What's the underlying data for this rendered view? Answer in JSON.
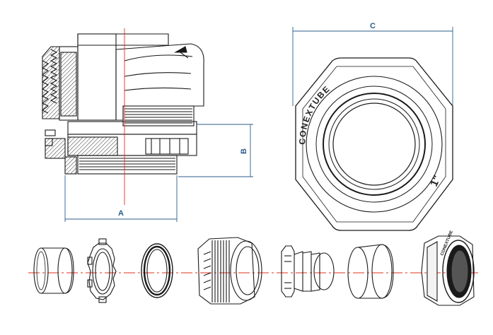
{
  "dimensions": {
    "a": "A",
    "b": "B",
    "c": "C"
  },
  "hex_face": {
    "brand": "CONEXTUBE",
    "size": "1\""
  },
  "exploded": {
    "brand": "CONEXTUBE"
  },
  "colors": {
    "line": "#1a1a1a",
    "dimension": "#2b5c8a",
    "centerline": "#e0301e",
    "hatch": "#333333",
    "fill_light": "#f3f3f3"
  }
}
